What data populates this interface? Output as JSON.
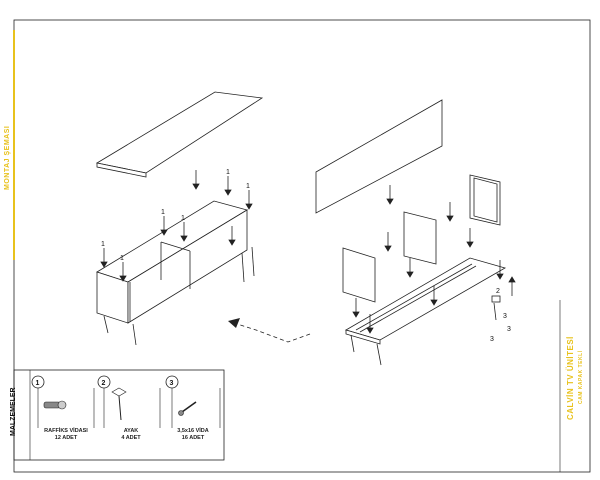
{
  "titles": {
    "left_vertical": "MONTAJ ŞEMASI",
    "right_vertical": "CALVİN TV ÜNİTESİ",
    "right_subtitle": "CAM KAPAK TEKLİ"
  },
  "materials": {
    "heading": "MALZEMELER",
    "items": [
      {
        "number": "1",
        "name": "RAFFİKS VİDASI",
        "qty": "12 ADET"
      },
      {
        "number": "2",
        "name": "AYAK",
        "qty": "4 ADET"
      },
      {
        "number": "3",
        "name": "3,5x16 VİDA",
        "qty": "16 ADET"
      }
    ]
  },
  "callouts": {
    "one": "1",
    "two": "2",
    "three": "3"
  },
  "colors": {
    "accent": "#e8c21c",
    "line": "#333333"
  },
  "icons": [
    "cam-screw-icon",
    "leg-icon",
    "wood-screw-icon",
    "arrow-down-icon",
    "dashed-arrow-icon"
  ]
}
